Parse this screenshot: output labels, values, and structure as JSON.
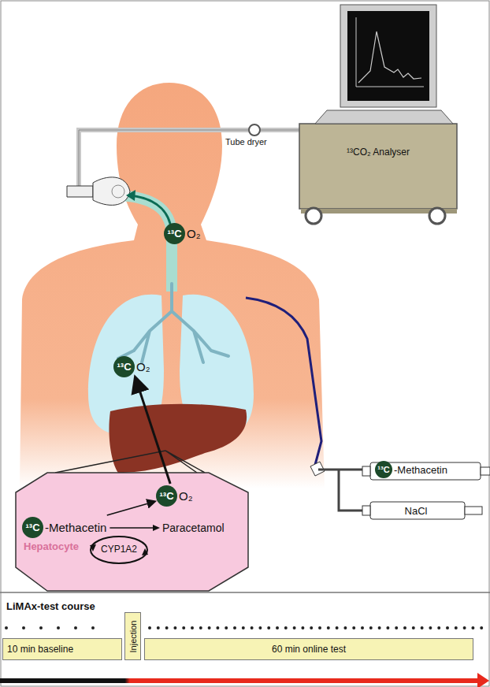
{
  "diagram": {
    "title": "LiMAx-test course",
    "nodes": [
      {
        "text": [
          "¹³CO₂ Analyser"
        ]
      },
      {
        "text": [
          "¹³C",
          "O₂"
        ]
      },
      {
        "text": [
          "¹³C",
          "O₂"
        ]
      },
      {
        "text": [
          "¹³C",
          "-Methacetin"
        ]
      },
      {
        "text": [
          "NaCl"
        ]
      },
      {
        "text": [
          "Paracetamol",
          "Hepatocyte"
        ]
      },
      {
        "text": [
          "¹³C",
          "O₂"
        ],
        "in": 5
      },
      {
        "text": [
          "¹³C",
          "-Methacetin"
        ],
        "in": 5
      },
      {
        "text": [
          "CYP1A2"
        ],
        "in": 5
      },
      {
        "text": [
          "10 min baseline"
        ]
      },
      {
        "text": [
          "Injection"
        ]
      },
      {
        "text": [
          "60 min online test"
        ]
      }
    ],
    "edges": [
      {
        "from": 6,
        "to": 2,
        "arrow": "to"
      },
      {
        "from": 7,
        "to": 6,
        "arrow": "to"
      }
    ],
    "labels": [
      "Tube dryer"
    ]
  }
}
